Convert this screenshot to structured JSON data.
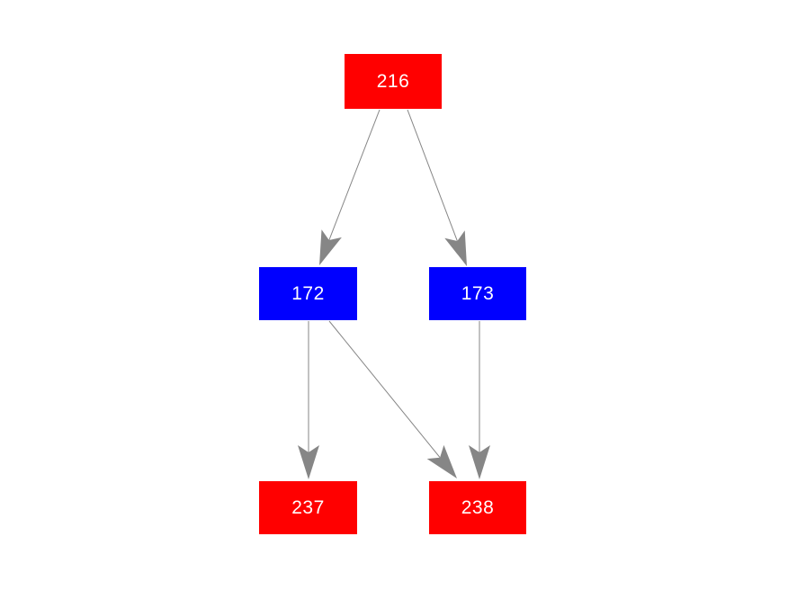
{
  "diagram": {
    "type": "directed-graph",
    "background": "#ffffff",
    "edge_color": "#868686",
    "nodes": [
      {
        "id": "216",
        "label": "216",
        "fill": "#ff0000",
        "text_color": "#ffffff",
        "level": "root"
      },
      {
        "id": "172",
        "label": "172",
        "fill": "#0000ff",
        "text_color": "#ffffff",
        "level": "middle"
      },
      {
        "id": "173",
        "label": "173",
        "fill": "#0000ff",
        "text_color": "#ffffff",
        "level": "middle"
      },
      {
        "id": "237",
        "label": "237",
        "fill": "#ff0000",
        "text_color": "#ffffff",
        "level": "leaf"
      },
      {
        "id": "238",
        "label": "238",
        "fill": "#ff0000",
        "text_color": "#ffffff",
        "level": "leaf"
      }
    ],
    "edges": [
      {
        "from": "216",
        "to": "172"
      },
      {
        "from": "216",
        "to": "173"
      },
      {
        "from": "172",
        "to": "237"
      },
      {
        "from": "172",
        "to": "238"
      },
      {
        "from": "173",
        "to": "238"
      }
    ]
  }
}
